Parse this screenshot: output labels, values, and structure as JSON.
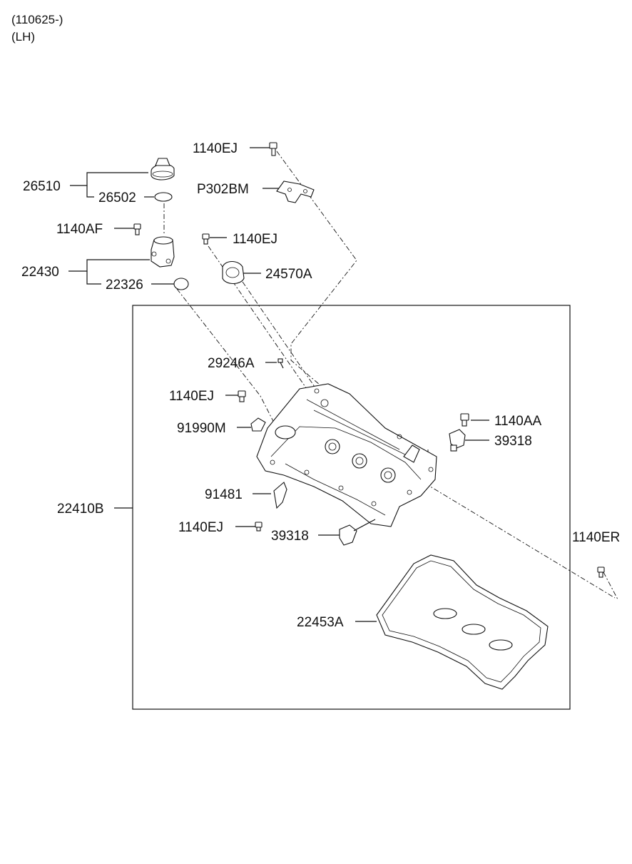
{
  "header": {
    "serial": "(110625-)",
    "side": "(LH)"
  },
  "labels": {
    "p_1140EJ_top": "1140EJ",
    "p_P302BM": "P302BM",
    "p_26510": "26510",
    "p_26502": "26502",
    "p_1140AF": "1140AF",
    "p_1140EJ_mid": "1140EJ",
    "p_22430": "22430",
    "p_22326": "22326",
    "p_24570A": "24570A",
    "p_29246A": "29246A",
    "p_1140EJ_left": "1140EJ",
    "p_91990M": "91990M",
    "p_1140AA": "1140AA",
    "p_39318_right": "39318",
    "p_22410B": "22410B",
    "p_91481": "91481",
    "p_1140EJ_low": "1140EJ",
    "p_39318_low": "39318",
    "p_1140ER": "1140ER",
    "p_22453A": "22453A"
  }
}
